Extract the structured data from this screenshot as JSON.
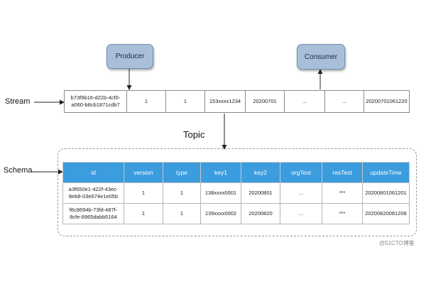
{
  "producer": {
    "label": "Producer"
  },
  "consumer": {
    "label": "Consumer"
  },
  "labels": {
    "stream": "Stream",
    "schema": "Schema",
    "topic": "Topic"
  },
  "stream_row": [
    {
      "line1": "b73f9b16-d22b-4cf0-",
      "line2": "a060-b8cb1871cdb7"
    },
    {
      "line1": "1",
      "line2": ""
    },
    {
      "line1": "1",
      "line2": ""
    },
    {
      "line1": "153xxxx1234",
      "line2": ""
    },
    {
      "line1": "20200701",
      "line2": ""
    },
    {
      "line1": "...",
      "line2": ""
    },
    {
      "line1": "...",
      "line2": ""
    },
    {
      "line1": "20200701061220",
      "line2": ""
    }
  ],
  "schema": {
    "headers": [
      "id",
      "version",
      "type",
      "key1",
      "key2",
      "orgText",
      "resText",
      "updateTime"
    ],
    "rows": [
      [
        {
          "line1": "a3f650e1-422f-43ec-",
          "line2": "8eb8-03e674e1e05b"
        },
        {
          "line1": "1",
          "line2": ""
        },
        {
          "line1": "1",
          "line2": ""
        },
        {
          "line1": "138xxxx0001",
          "line2": ""
        },
        {
          "line1": "20200801",
          "line2": ""
        },
        {
          "line1": "...",
          "line2": ""
        },
        {
          "line1": "***",
          "line2": ""
        },
        {
          "line1": "20200801061201",
          "line2": ""
        }
      ],
      [
        {
          "line1": "f8c8694b-73fd-487f-",
          "line2": "8cfe-8965dabb5164"
        },
        {
          "line1": "1",
          "line2": ""
        },
        {
          "line1": "1",
          "line2": ""
        },
        {
          "line1": "139xxxx0002",
          "line2": ""
        },
        {
          "line1": "20200820",
          "line2": ""
        },
        {
          "line1": "...",
          "line2": ""
        },
        {
          "line1": "***",
          "line2": ""
        },
        {
          "line1": "20200820081208",
          "line2": ""
        }
      ]
    ]
  },
  "watermark": "@51CTO博客",
  "colors": {
    "process_box": "#a9bfd9",
    "schema_header": "#3b9cde"
  }
}
